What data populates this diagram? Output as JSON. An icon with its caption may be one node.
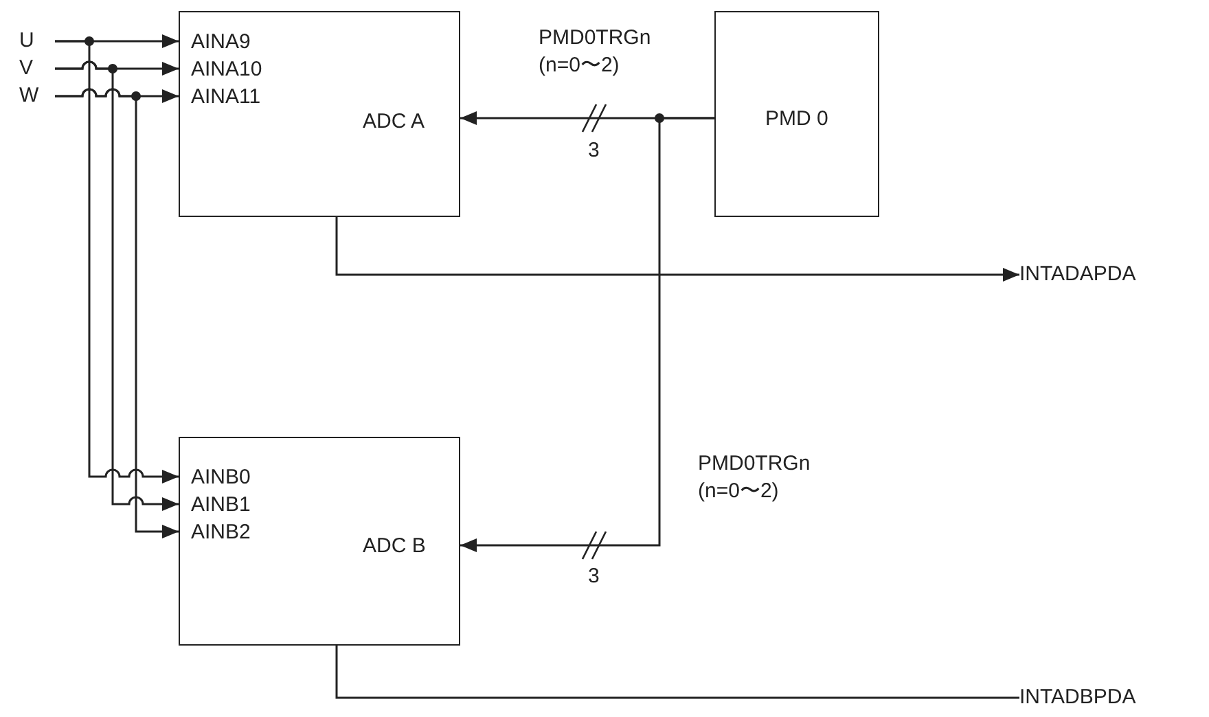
{
  "diagram": {
    "nodes": [
      {
        "text": [
          "U"
        ]
      },
      {
        "text": [
          "V"
        ]
      },
      {
        "text": [
          "W"
        ]
      },
      {
        "text": [
          "AINA9",
          "AINA10",
          "AINA11",
          "ADC A"
        ]
      },
      {
        "text": [
          "PMD 0"
        ]
      },
      {
        "text": [
          "INTADAPDA"
        ]
      },
      {
        "text": [
          "AINB0",
          "AINB1",
          "AINB2",
          "ADC B"
        ]
      },
      {
        "text": [
          "INTADBPDA"
        ]
      }
    ],
    "edges": [
      {
        "from": 0,
        "to": 3,
        "arrow": "to"
      },
      {
        "from": 1,
        "to": 3,
        "arrow": "to"
      },
      {
        "from": 2,
        "to": 3,
        "arrow": "to"
      },
      {
        "from": 0,
        "to": 6,
        "arrow": "to"
      },
      {
        "from": 1,
        "to": 6,
        "arrow": "to"
      },
      {
        "from": 2,
        "to": 6,
        "arrow": "to"
      },
      {
        "from": 4,
        "to": 3,
        "arrow": "to",
        "label": "PMD0TRGn (n=0〜2)"
      },
      {
        "from": 4,
        "to": 6,
        "arrow": "to",
        "label": "PMD0TRGn (n=0〜2)"
      },
      {
        "from": 3,
        "to": 5,
        "arrow": "to"
      },
      {
        "from": 6,
        "to": 7,
        "arrow": "none"
      }
    ],
    "labels": [
      "3",
      "3"
    ]
  }
}
